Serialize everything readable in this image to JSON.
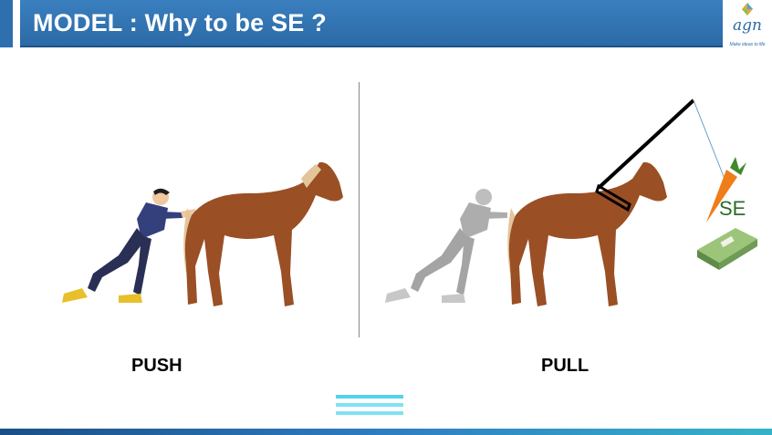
{
  "slide": {
    "title": "MODEL : Why to be SE ?",
    "push_label": "PUSH",
    "pull_label": "PULL",
    "se_tag": "SE"
  },
  "logo": {
    "text": "agn",
    "tagline": "Make ideas to life"
  },
  "colors": {
    "title_bar": "#2f72b2",
    "horse": "#9a4f25",
    "horse_mane": "#e3c59a",
    "man_shirt": "#34407c",
    "man_pants": "#2a2f55",
    "man_shoes": "#e7c02a",
    "carrot": "#ef7d1a",
    "money": "#6e9b55"
  },
  "icons": [
    "logo-icon",
    "horse-icon",
    "man-pushing-icon",
    "carrot-icon",
    "money-stack-icon",
    "fishing-rod-icon"
  ]
}
